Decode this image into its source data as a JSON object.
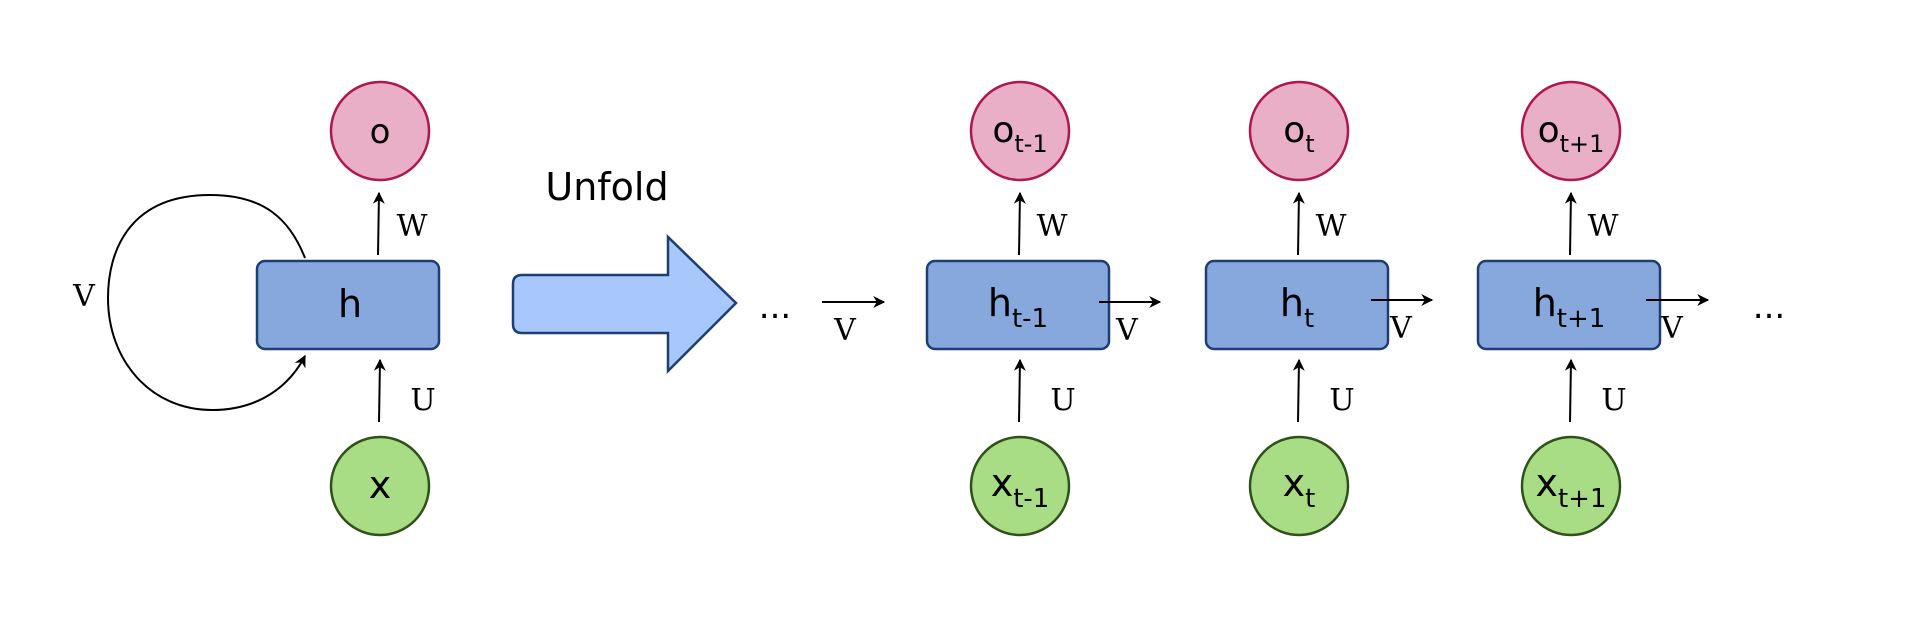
{
  "colors": {
    "output_fill": "#E8AFC6",
    "output_stroke": "#B0174E",
    "input_fill": "#A9DD85",
    "input_stroke": "#2E5219",
    "hidden_fill": "#86A8DC",
    "hidden_stroke": "#1E3E73",
    "unfold_fill": "#A8C8FC",
    "unfold_stroke": "#1E3E73",
    "arrow": "#000000"
  },
  "folded": {
    "output": {
      "base": "o",
      "sub": ""
    },
    "hidden": {
      "base": "h",
      "sub": ""
    },
    "input": {
      "base": "x",
      "sub": ""
    },
    "w_label": "W",
    "u_label": "U",
    "v_label": "V"
  },
  "unfold_label": "Unfold",
  "unfolded": {
    "left_ellipsis": "...",
    "right_ellipsis": "...",
    "v_label": "V",
    "steps": [
      {
        "output_base": "o",
        "hidden_base": "h",
        "input_base": "x",
        "sub": "t-1",
        "w_label": "W",
        "u_label": "U"
      },
      {
        "output_base": "o",
        "hidden_base": "h",
        "input_base": "x",
        "sub": "t",
        "w_label": "W",
        "u_label": "U"
      },
      {
        "output_base": "o",
        "hidden_base": "h",
        "input_base": "x",
        "sub": "t+1",
        "w_label": "W",
        "u_label": "U"
      }
    ]
  }
}
